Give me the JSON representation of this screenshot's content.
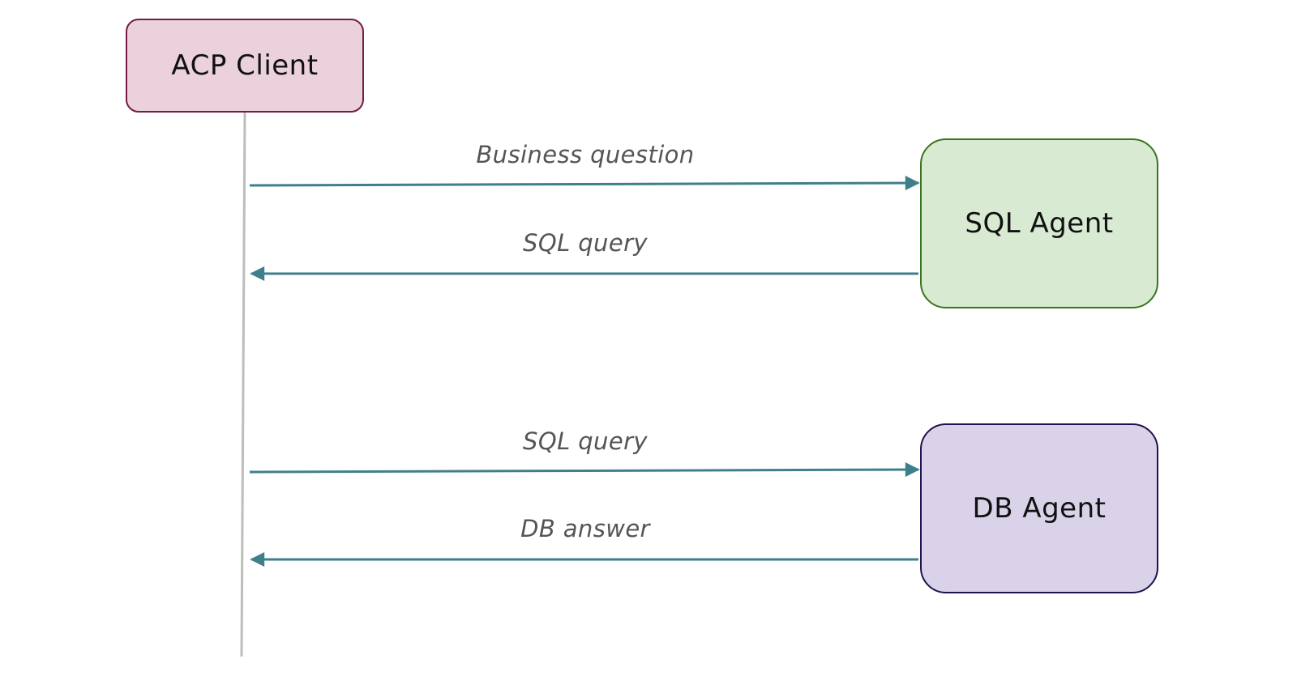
{
  "participants": {
    "client": "ACP Client",
    "sql_agent": "SQL Agent",
    "db_agent": "DB Agent"
  },
  "messages": [
    {
      "label": "Business question",
      "from": "ACP Client",
      "to": "SQL Agent"
    },
    {
      "label": "SQL query",
      "from": "SQL Agent",
      "to": "ACP Client"
    },
    {
      "label": "SQL query",
      "from": "ACP Client",
      "to": "DB Agent"
    },
    {
      "label": "DB answer",
      "from": "DB Agent",
      "to": "ACP Client"
    }
  ],
  "colors": {
    "arrow": "#3f7f8c",
    "lifeline": "#bdbdbd",
    "client_fill": "#ead1dc",
    "client_border": "#741b47",
    "sql_fill": "#d9ead3",
    "sql_border": "#38761d",
    "db_fill": "#d9d2e9",
    "db_border": "#20124d"
  }
}
